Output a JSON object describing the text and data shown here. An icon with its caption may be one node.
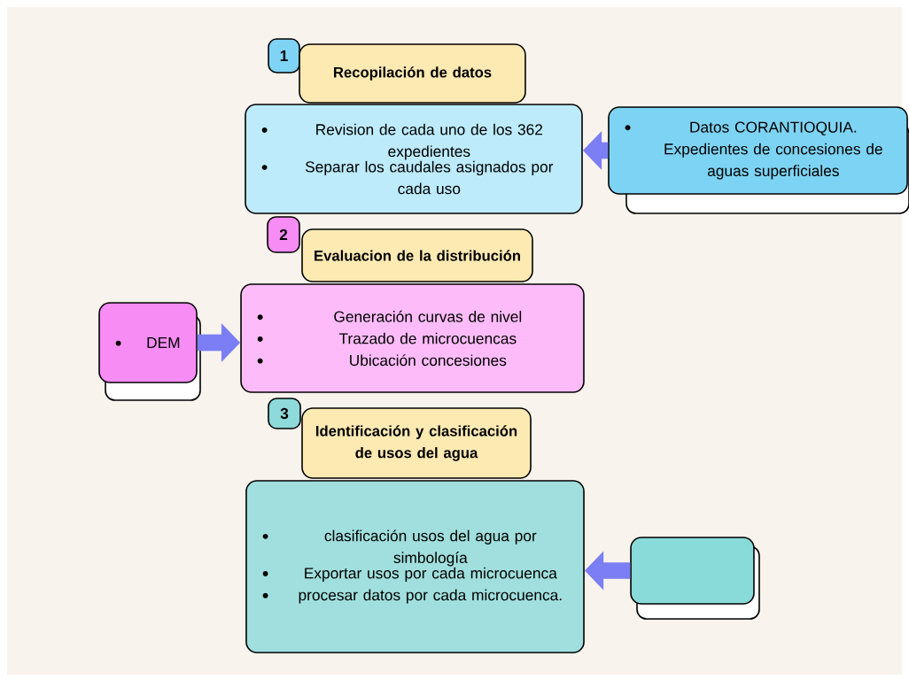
{
  "diagram": {
    "nodes": [
      {
        "text": [
          "1"
        ]
      },
      {
        "text": [
          "Recopilación de datos"
        ]
      },
      {
        "text": [
          "Revision de cada uno de los 362 expedientes",
          "Separar los caudales asignados por cada uso"
        ]
      },
      {
        "text": [
          "Datos CORANTIOQUIA. Expedientes de concesiones de aguas superficiales"
        ]
      },
      {
        "text": [
          "2"
        ]
      },
      {
        "text": [
          "Evaluacion de la distribución"
        ]
      },
      {
        "text": [
          "Generación curvas de nivel",
          "Trazado de microcuencas",
          "Ubicación concesiones"
        ]
      },
      {
        "text": [
          "DEM"
        ]
      },
      {
        "text": [
          "3"
        ]
      },
      {
        "text": [
          "Identificación y clasificación de usos del agua"
        ]
      },
      {
        "text": [
          "clasificación usos del agua por simbología",
          "Exportar usos por cada microcuenca",
          "procesar datos por cada microcuenca."
        ]
      },
      {
        "text": [],
        "shape": "box"
      }
    ],
    "edges": [
      {
        "from": 3,
        "to": 2,
        "arrow": "to"
      },
      {
        "from": 7,
        "to": 6,
        "arrow": "to"
      },
      {
        "from": 11,
        "to": 10,
        "arrow": "to"
      }
    ]
  }
}
